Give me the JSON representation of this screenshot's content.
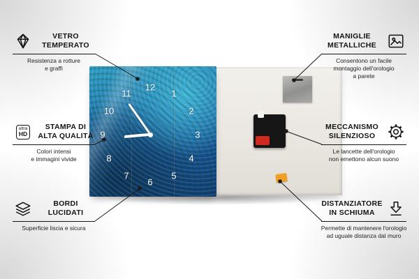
{
  "clock": {
    "numerals": {
      "n12": "12",
      "n1": "1",
      "n2": "2",
      "n3": "3",
      "n4": "4",
      "n5": "5",
      "n6": "6",
      "n7": "7",
      "n8": "8",
      "n9": "9",
      "n10": "10",
      "n11": "11"
    },
    "colors": {
      "front_blue_light": "#2f9ec4",
      "front_blue_dark": "#0e3a6c",
      "back_panel": "#e9e6e0",
      "mechanism": "#161616",
      "battery_red": "#cf2a20",
      "foam_orange": "#f0a026",
      "metal_plate": "#a0a09e",
      "accent": "#141414"
    }
  },
  "icons": {
    "ultra_hd": {
      "top": "ultra",
      "bottom": "HD"
    }
  },
  "callouts": [
    {
      "id": "vetro",
      "icon": "diamond-icon",
      "title": "VETRO\nTEMPERATO",
      "desc": "Resistenza a rotture\ne graffi"
    },
    {
      "id": "stampa",
      "icon": "ultra-hd-icon",
      "title": "STAMPA DI\nALTA QUALITÀ",
      "desc": "Colori intensi\ne immagini vivide"
    },
    {
      "id": "bordi",
      "icon": "layers-icon",
      "title": "BORDI\nLUCIDATI",
      "desc": "Superficie liscia e sicura"
    },
    {
      "id": "maniglie",
      "icon": "picture-frame-icon",
      "title": "MANIGLIE\nMETALLICHE",
      "desc": "Consentono un facile\nmontaggio dell'orologio\na parete"
    },
    {
      "id": "meccanismo",
      "icon": "gear-icon",
      "title": "MECCANISMO\nSILENZIOSO",
      "desc": "Le lancette dell'orologio\nnon emettono alcun suono"
    },
    {
      "id": "distanziatore",
      "icon": "arrow-down-icon",
      "title": "DISTANZIATORE\nIN SCHIUMA",
      "desc": "Permette di mantenere l'orologio\nad uguale distanza dal muro"
    }
  ]
}
